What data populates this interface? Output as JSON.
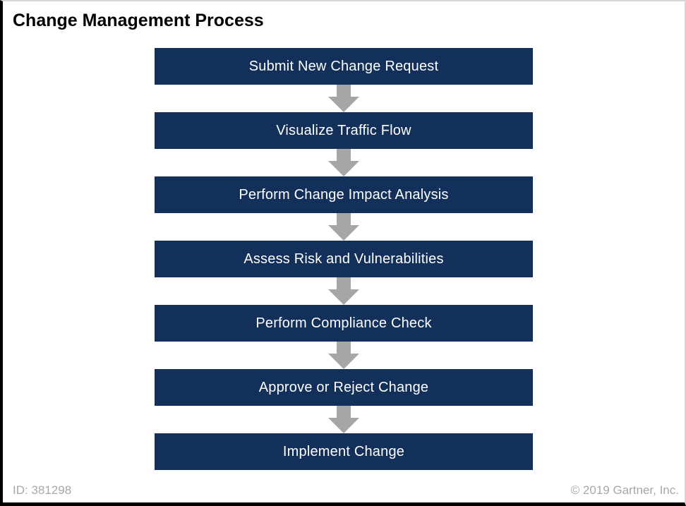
{
  "header": {
    "title": "Change Management Process"
  },
  "flow": {
    "steps": [
      {
        "label": "Submit New Change Request"
      },
      {
        "label": "Visualize Traffic Flow"
      },
      {
        "label": "Perform Change Impact Analysis"
      },
      {
        "label": "Assess Risk and Vulnerabilities"
      },
      {
        "label": "Perform Compliance Check"
      },
      {
        "label": "Approve or Reject Change"
      },
      {
        "label": "Implement Change"
      }
    ],
    "connector_icon": "down-arrow-icon"
  },
  "footer": {
    "id_text": "ID: 381298",
    "copyright": "© 2019 Gartner, Inc."
  },
  "colors": {
    "box_fill": "#13305a",
    "box_text": "#ffffff",
    "arrow_fill": "#a6a6a6",
    "footer_text": "#a4a8ab",
    "title_text": "#000000",
    "frame_border_dark": "#000000",
    "frame_border_light": "#d6d6d6"
  }
}
